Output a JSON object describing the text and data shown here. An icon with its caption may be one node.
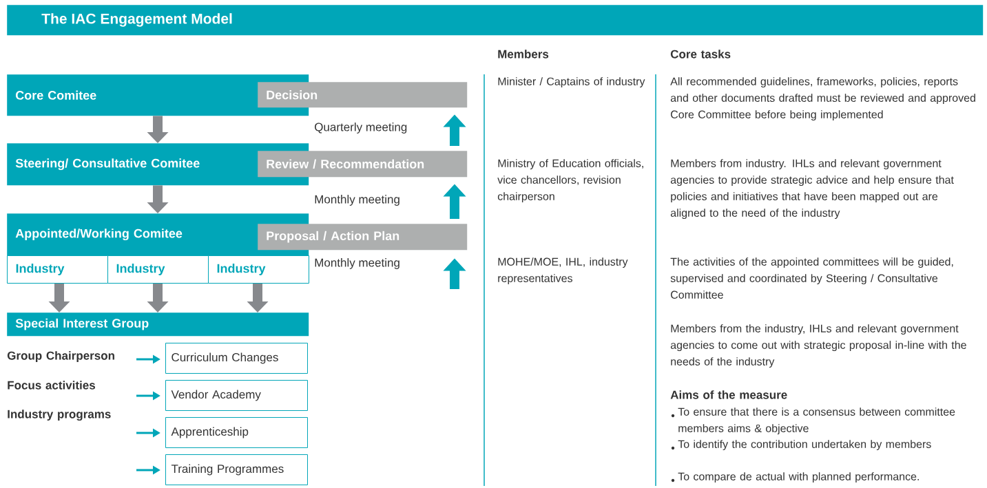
{
  "diagram": {
    "title": "The IAC Engagement Model",
    "nodes": [
      {
        "text": [
          "Core Comitee"
        ]
      },
      {
        "text": [
          "Decision"
        ]
      },
      {
        "text": [
          "Steering/ Consultative Comitee"
        ]
      },
      {
        "text": [
          "Review / Recommendation"
        ]
      },
      {
        "text": [
          "Appointed/Working Comitee"
        ]
      },
      {
        "text": [
          "Proposal / Action Plan"
        ]
      },
      {
        "text": [
          "Industry"
        ]
      },
      {
        "text": [
          "Industry"
        ]
      },
      {
        "text": [
          "Industry"
        ]
      },
      {
        "text": [
          "Special Interest Group"
        ]
      },
      {
        "text": [
          "Curriculum Changes"
        ]
      },
      {
        "text": [
          "Vendor Academy"
        ]
      },
      {
        "text": [
          "Apprenticeship"
        ]
      },
      {
        "text": [
          "Training Programmes"
        ]
      }
    ],
    "edges": [
      {
        "from": 0,
        "to": 2,
        "arrow": "to",
        "color": "#87898d"
      },
      {
        "from": 2,
        "to": 4,
        "arrow": "to",
        "color": "#87898d"
      },
      {
        "from": 6,
        "to": 9,
        "arrow": "to",
        "color": "#87898d"
      },
      {
        "from": 7,
        "to": 9,
        "arrow": "to",
        "color": "#87898d"
      },
      {
        "from": 8,
        "to": 9,
        "arrow": "to",
        "color": "#87898d"
      },
      {
        "from": 3,
        "to": 1,
        "arrow": "to",
        "label": "Quarterly meeting"
      },
      {
        "from": 5,
        "to": 3,
        "arrow": "to",
        "label": "Monthly meeting"
      },
      {
        "from": null,
        "to": 5,
        "arrow": "to",
        "label": "Monthly meeting"
      },
      {
        "from": null,
        "to": 10,
        "arrow": "to"
      },
      {
        "from": null,
        "to": 11,
        "arrow": "to"
      },
      {
        "from": null,
        "to": 12,
        "arrow": "to"
      },
      {
        "from": null,
        "to": 13,
        "arrow": "to"
      }
    ],
    "labels": [
      "Members",
      "Core tasks",
      "Minister / Captains of industry",
      "All recommended guidelines, frameworks, policies, reports and other documents drafted must be reviewed and approved Core Committee before being implemented",
      "Ministry of Education officials, vice chancellors, revision chairperson",
      "Members from industry. IHLs and relevant government agencies to provide strategic advice and help ensure that policies and initiatives that have been mapped out are aligned to the need of the industry",
      "MOHE/MOE, IHL, industry representatives",
      "The activities of the appointed committees will be guided, supervised and coordinated by Steering / Consultative Committee",
      "Members from the industry, IHLs and relevant government agencies to come out with strategic proposal in-line with the needs of the industry",
      "Group Chairperson",
      "Focus activities",
      "Industry programs",
      "Aims of the measure",
      "To ensure that there is a consensus between committee members aims & objective",
      "To identify the contribution undertaken by members",
      "To compare de actual with planned performance."
    ]
  }
}
